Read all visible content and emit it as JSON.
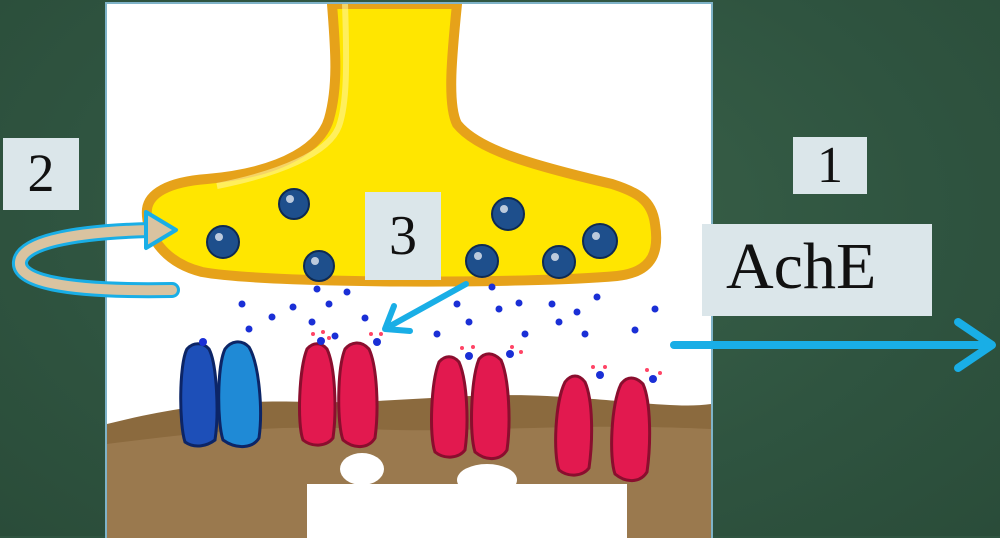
{
  "labels": {
    "two": "2",
    "one": "1",
    "three": "3",
    "ache": "AchE"
  },
  "colors": {
    "board": "#2f5440",
    "terminal": "#ffe600",
    "terminal_outline": "#e6a21a",
    "vesicle": "#1e4f8c",
    "ach": "#1a2fd6",
    "receptor_blue": "#1d4fb8",
    "receptor_red": "#e2194f",
    "membrane": "#8b6a3e",
    "arrow": "#19aee6",
    "label_bg": "#dbe6ea"
  },
  "icons": {
    "reuptake_arrow": "curved-arrow-icon",
    "diffusion_arrow": "right-arrow-icon",
    "binding_arrow": "diagonal-arrow-icon"
  }
}
